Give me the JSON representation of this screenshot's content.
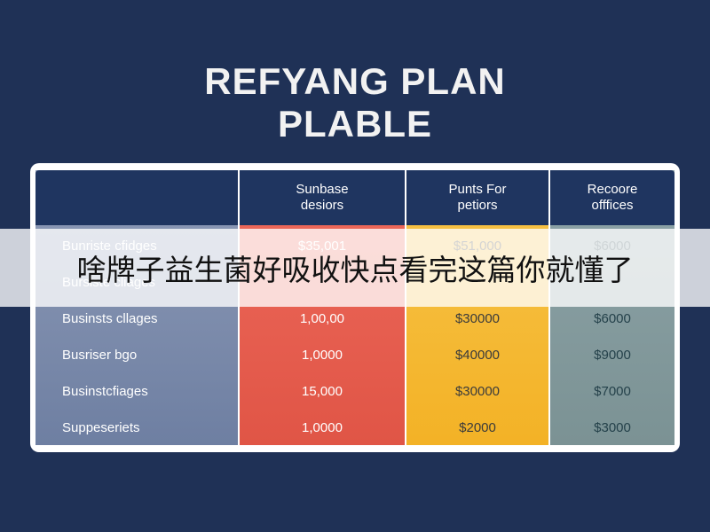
{
  "title_line1": "REFYANG PLAN",
  "title_line2": "PLABLE",
  "overlay_caption": "啥牌子益生菌好吸收快点看完这篇你就懂了",
  "colors": {
    "background": "#1f3156",
    "header": "#1f3560",
    "red": "#e05546",
    "yellow": "#f3b226",
    "teal": "#7b9294",
    "label_col": "#6e7fa2"
  },
  "chart_data": {
    "type": "table",
    "columns": [
      "",
      "Sunbase\ndesiors",
      "Punts For\npetiors",
      "Recoore\nofffices"
    ],
    "rows": [
      [
        "Bunriste cfidges",
        "$35,001",
        "$51,000",
        "$6000"
      ],
      [
        "Bursiste cliages",
        "",
        "",
        ""
      ],
      [
        "Businsts cllages",
        "1,00,00",
        "$30000",
        "$6000"
      ],
      [
        "Busriser bgo",
        "1,0000",
        "$40000",
        "$9000"
      ],
      [
        "Businstcfiages",
        "15,000",
        "$30000",
        "$7000"
      ],
      [
        "Suppeseriets",
        "1,0000",
        "$2000",
        "$3000"
      ]
    ]
  }
}
